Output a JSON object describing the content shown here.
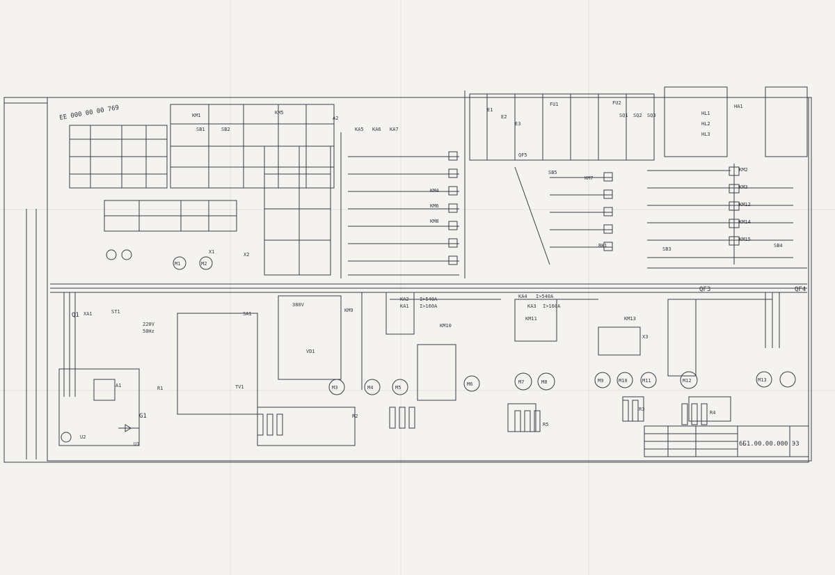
{
  "sheet": {
    "drawing_number": "6Б1.00.00.000 Э3",
    "top_left_code": "EE 000 00 00 769"
  },
  "colors": {
    "paper": "#f4f3ef",
    "ink": "#3a3a44"
  },
  "labels": {
    "q1": "Q1",
    "ka2": "KA2",
    "ka1": "KA1",
    "ka2_note": "I>540A",
    "ka1_note": "I>160A",
    "ka3": "KA3",
    "ka3_note": "I>160A",
    "ka4": "KA4",
    "ka4_note": "I>540A",
    "qf3": "QF3",
    "qf4": "QF4",
    "g1": "G1",
    "u1": "U1",
    "u2": "U2",
    "a1": "A1",
    "a2": "A2",
    "ka5": "KA5",
    "ka6": "KA6",
    "ka7": "KA7",
    "km1": "KM1",
    "km2": "KM2",
    "km3": "KM3",
    "km4": "KM4",
    "km5": "KM5",
    "km6": "KM6",
    "km7": "KM7",
    "km8": "KM8",
    "km9": "KM9",
    "km10": "KM10",
    "km11": "KM11",
    "km12": "KM12",
    "km13": "KM13",
    "km14": "KM14",
    "km15": "KM15",
    "m1": "M1",
    "m2": "M2",
    "m3": "M3",
    "m4": "M4",
    "m5": "M5",
    "m6": "M6",
    "m7": "M7",
    "m8": "M8",
    "m9": "M9",
    "m10": "M10",
    "m11": "M11",
    "m12": "M12",
    "m13": "M13",
    "r1": "R1",
    "r2": "R2",
    "r3": "R3",
    "r4": "R4",
    "r5": "R5",
    "fu1": "FU1",
    "fu2": "FU2",
    "sb1": "SB1",
    "sb2": "SB2",
    "sb3": "SB3",
    "sb4": "SB4",
    "sb5": "SB5",
    "sa1": "SA1",
    "xa1": "XA1",
    "v380": "380V",
    "v220": "220V",
    "hz50": "50Hz",
    "st1": "ST1",
    "qf5": "QF5",
    "sq1": "SQ1",
    "sq2": "SQ2",
    "sq3": "SQ3",
    "e1": "E1",
    "e2": "E2",
    "e3": "E3",
    "hl1": "HL1",
    "hl2": "HL2",
    "hl3": "HL3",
    "tv1": "TV1",
    "vd1": "VD1",
    "ha1": "HA1",
    "bk1": "BK1",
    "x1": "X1",
    "x2": "X2",
    "x3": "X3"
  }
}
